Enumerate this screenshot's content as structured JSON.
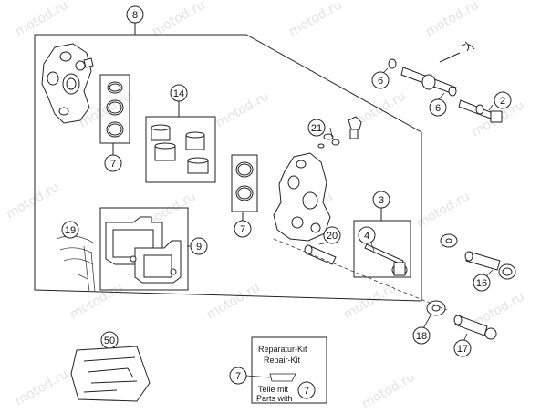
{
  "watermark": "motod.ru",
  "callouts": {
    "c8": "8",
    "c6a": "6",
    "c6b": "6",
    "c2": "2",
    "c14": "14",
    "c21": "21",
    "c7a": "7",
    "c7b": "7",
    "c3": "3",
    "c4": "4",
    "c20": "20",
    "c19": "19",
    "c9": "9",
    "c16": "16",
    "c18": "18",
    "c17": "17",
    "c50": "50",
    "c7c": "7",
    "c7d": "7"
  },
  "kit": {
    "line1": "Reparatur-Kit",
    "line2": "Repair-Kit",
    "line3": "Teile mit",
    "line4": "Parts with"
  },
  "colors": {
    "line": "#222222",
    "background": "#ffffff",
    "watermark": "#e2e2e2"
  }
}
